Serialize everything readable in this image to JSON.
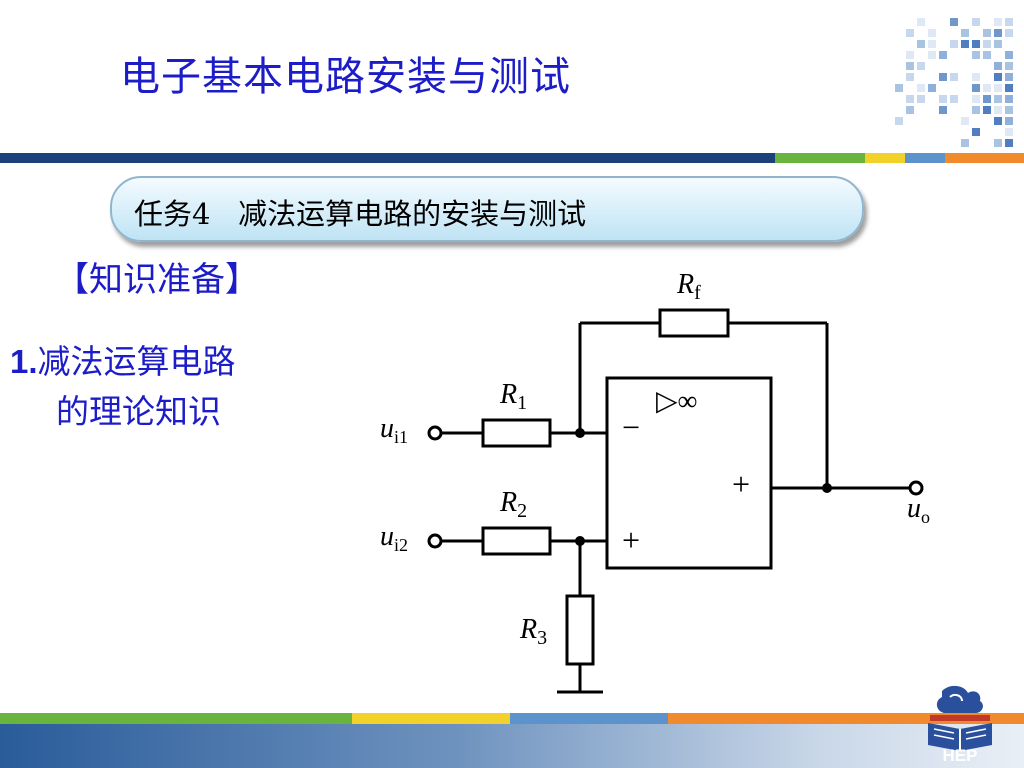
{
  "slide": {
    "title": "电子基本电路安装与测试",
    "task": "任务4   减法运算电路的安装与测试",
    "section": "【知识准备】",
    "item": {
      "number": "1.",
      "line1": "减法运算电路",
      "line2": "的理论知识"
    }
  },
  "circuit": {
    "rf_main": "R",
    "rf_sub": "f",
    "r1_main": "R",
    "r1_sub": "1",
    "r2_main": "R",
    "r2_sub": "2",
    "r3_main": "R",
    "r3_sub": "3",
    "ui1_main": "u",
    "ui1_sub": "i1",
    "ui2_main": "u",
    "ui2_sub": "i2",
    "uo_main": "u",
    "uo_sub": "o",
    "opamp_gain": "▷∞",
    "minus_sign": "−",
    "plus_sign_in": "+",
    "plus_sign_out": "+"
  },
  "footer": {
    "logo_text": "HEP"
  },
  "colors": {
    "title_blue": "#1c1cc8",
    "navy": "#1d3f7a",
    "green": "#69b33f",
    "yellow": "#f2d12b",
    "orange": "#f08a2c",
    "light_blue": "#5d93cc"
  }
}
